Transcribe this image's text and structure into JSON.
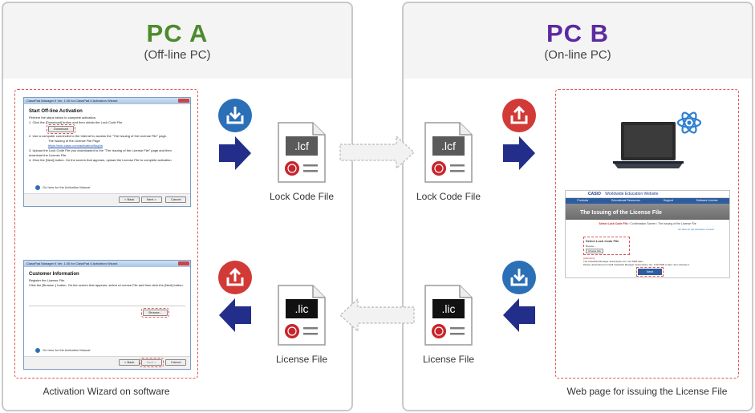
{
  "colors": {
    "pc_a": "#4e8a2e",
    "pc_b": "#5b2aa0",
    "arrow": "#232d8a",
    "download_badge": "#2b6fb7",
    "upload_badge": "#d13a36",
    "highlight": "#e05555"
  },
  "pc_a": {
    "title": "PC A",
    "subtitle": "(Off-line PC)",
    "caption": "Activation Wizard on software"
  },
  "pc_b": {
    "title": "PC B",
    "subtitle": "(On-line PC)",
    "caption": "Web page for issuing the License File"
  },
  "files": {
    "lock_code": {
      "ext": ".lcf",
      "label": "Lock Code File"
    },
    "license": {
      "ext": ".lic",
      "label": "License File"
    }
  },
  "icons": {
    "download": "download-tray-icon",
    "upload": "upload-tray-icon",
    "arrow": "arrow-icon",
    "stamp": "seal-stamp-icon",
    "laptop": "laptop-icon",
    "atom": "atom-logo-icon"
  },
  "wizard1": {
    "title": "ClassPad Manager II Ver. 1.00 for ClassPad II Activation Wizard",
    "heading": "Start Off-line Activation",
    "intro": "Perform the steps below to complete activation.",
    "step1": "1. Click the [Download] button and then obtain the Lock Code File.",
    "download_btn": "Download",
    "step2": "2. Use a computer connected to the Internet to access the \"The Issuing of the License File\" page.",
    "page_name": "The Issuing of the License File Page",
    "url": "https://edu.casio.com/activation/fluq/ta",
    "step3": "3. Upload the Lock Code File you downloaded to the \"The Issuing of the License File\" page and then download the License File.",
    "step4": "4. Click the [Next] button. On the screen that appears, upload the License File to complete activation.",
    "help": "Go here for the Activation Manual",
    "back_btn": "< Back",
    "next_btn": "Next >",
    "cancel_btn": "Cancel"
  },
  "wizard2": {
    "title": "ClassPad Manager II Ver. 1.00 for ClassPad II Activation Wizard",
    "heading": "Customer Information",
    "intro": "Register the License File.",
    "step": "Click the [Browse..] button. On the screen that appears, select a License File and then click the [Next] button.",
    "browse_btn": "Browse...",
    "help": "Go here for the Activation Manual",
    "back_btn": "< Back",
    "next_btn": "Next >",
    "cancel_btn": "Cancel"
  },
  "webpage": {
    "brand": "CASIO",
    "site": "Worldwide Education Website",
    "nav": [
      "Products",
      "Educational Resources",
      "Support",
      "Software License"
    ],
    "banner": "The Issuing of the License File",
    "crumb_active": "Select Lock Code File",
    "crumb_rest": " / Confirmation Screen / The Issuing of the License File",
    "manual_link": "Go here for the Activation manual",
    "select_title": "Select Lock Code File",
    "browse_label": "Browse...",
    "browse_btn": "Choose File",
    "notice_title": "[Attention!]",
    "notice_1": "The ClassPad Manager Subscription for 1.00 IWIB data.",
    "notice_2": "Please download and install ClassPad Manager Subscription Ver. 3.00 IWIB or later, then activate it.",
    "next_btn": "Next"
  }
}
